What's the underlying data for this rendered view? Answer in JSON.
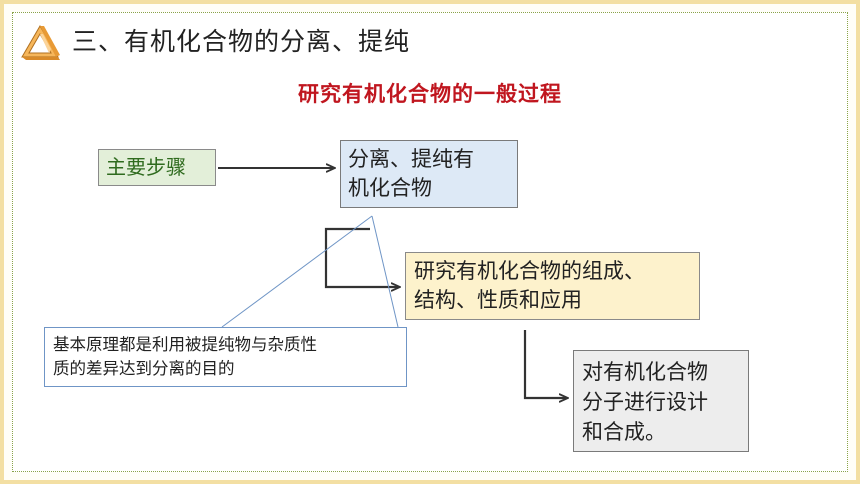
{
  "header": {
    "title": "三、有机化合物的分离、提纯"
  },
  "subtitle": "研究有机化合物的一般过程",
  "diagram": {
    "steps_label": "主要步骤",
    "step1_line1": "分离、提纯有",
    "step1_line2": "机化合物",
    "step2_line1": "研究有机化合物的组成、",
    "step2_line2": "结构、性质和应用",
    "step3_line1": "对有机化合物",
    "step3_line2": "分子进行设计",
    "step3_line3": "和合成。",
    "callout_line1": "基本原理都是利用被提纯物与杂质性",
    "callout_line2": "质的差异达到分离的目的"
  },
  "colors": {
    "accent_red": "#c0161f",
    "steps_green": "#2f6b1e",
    "box_blue": "#dde9f6",
    "box_yellow": "#fdf2cc",
    "box_gray": "#ededed",
    "frame_gold": "#f3dfa3",
    "callout_border": "#6f95c6"
  },
  "icons": {
    "logo": "penrose-triangle-icon"
  }
}
